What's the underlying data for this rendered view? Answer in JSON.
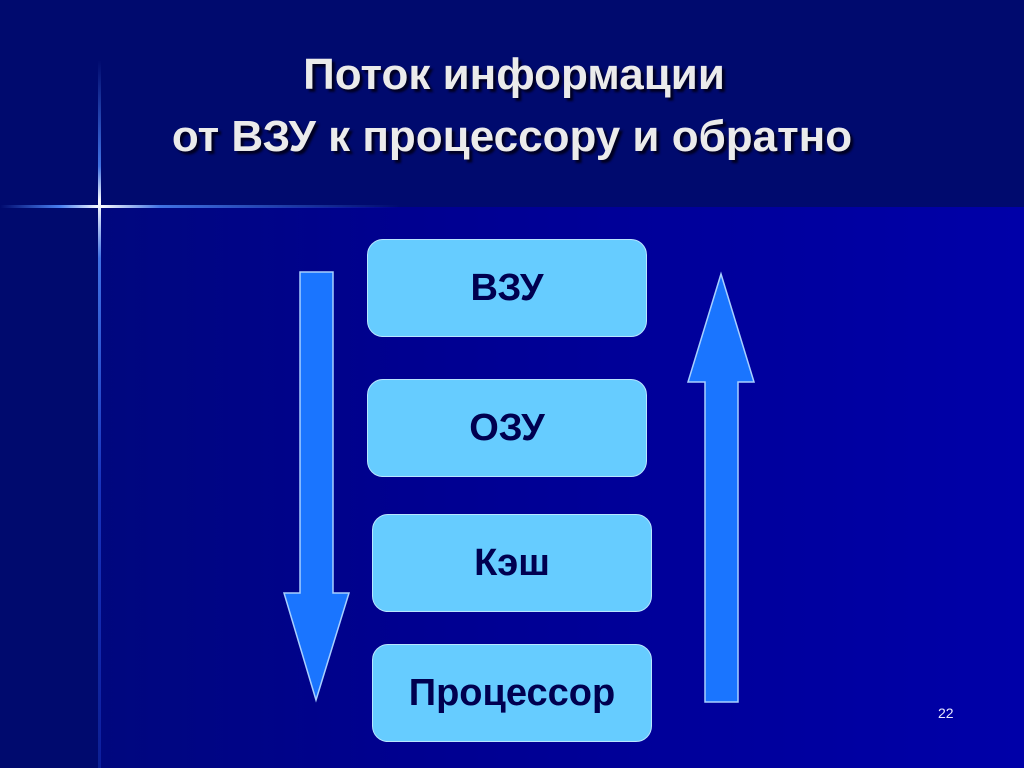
{
  "slide": {
    "title_line1": "Поток информации",
    "title_line2": "от ВЗУ к процессору и обратно",
    "slide_number": "22"
  },
  "diagram": {
    "nodes": [
      {
        "id": "vzu",
        "label": "ВЗУ"
      },
      {
        "id": "ozu",
        "label": "ОЗУ"
      },
      {
        "id": "cache",
        "label": "Кэш"
      },
      {
        "id": "cpu",
        "label": "Процессор"
      }
    ],
    "arrows": [
      {
        "id": "down",
        "direction": "down",
        "meaning": "ВЗУ → Процессор"
      },
      {
        "id": "up",
        "direction": "up",
        "meaning": "Процессор → ВЗУ"
      }
    ]
  },
  "colors": {
    "background": "#00007a",
    "box_fill": "#66ccff",
    "box_text": "#000050",
    "arrow_fill": "#1a75ff",
    "title_text": "#ebebeb"
  }
}
